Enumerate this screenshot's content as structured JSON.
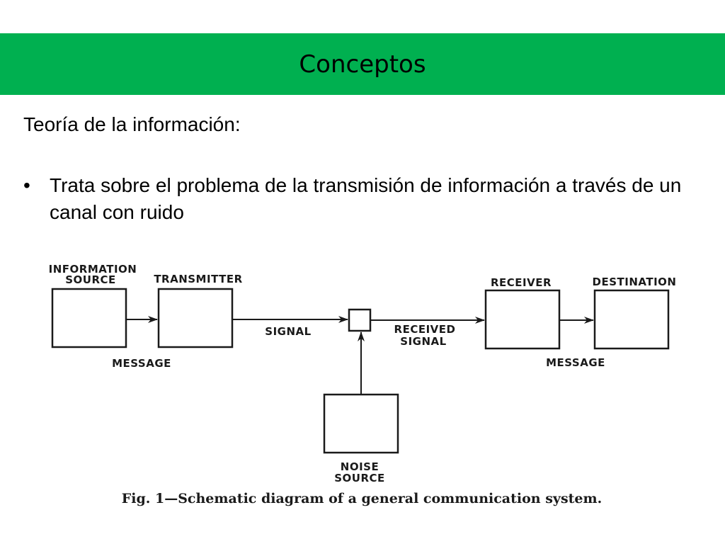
{
  "slide": {
    "title": "Conceptos",
    "title_bar_color": "#00b050",
    "subtitle": "Teoría de la información:",
    "bullet_symbol": "•",
    "bullet_text": "Trata sobre el problema de la transmisión de información a través de un canal con ruido"
  },
  "diagram": {
    "labels": {
      "information_source_1": "INFORMATION",
      "information_source_2": "SOURCE",
      "transmitter": "TRANSMITTER",
      "receiver": "RECEIVER",
      "destination": "DESTINATION",
      "signal": "SIGNAL",
      "received_signal_1": "RECEIVED",
      "received_signal_2": "SIGNAL",
      "message_left": "MESSAGE",
      "message_right": "MESSAGE",
      "noise_source_1": "NOISE",
      "noise_source_2": "SOURCE"
    },
    "caption": "Fig. 1—Schematic diagram of a general communication system."
  }
}
